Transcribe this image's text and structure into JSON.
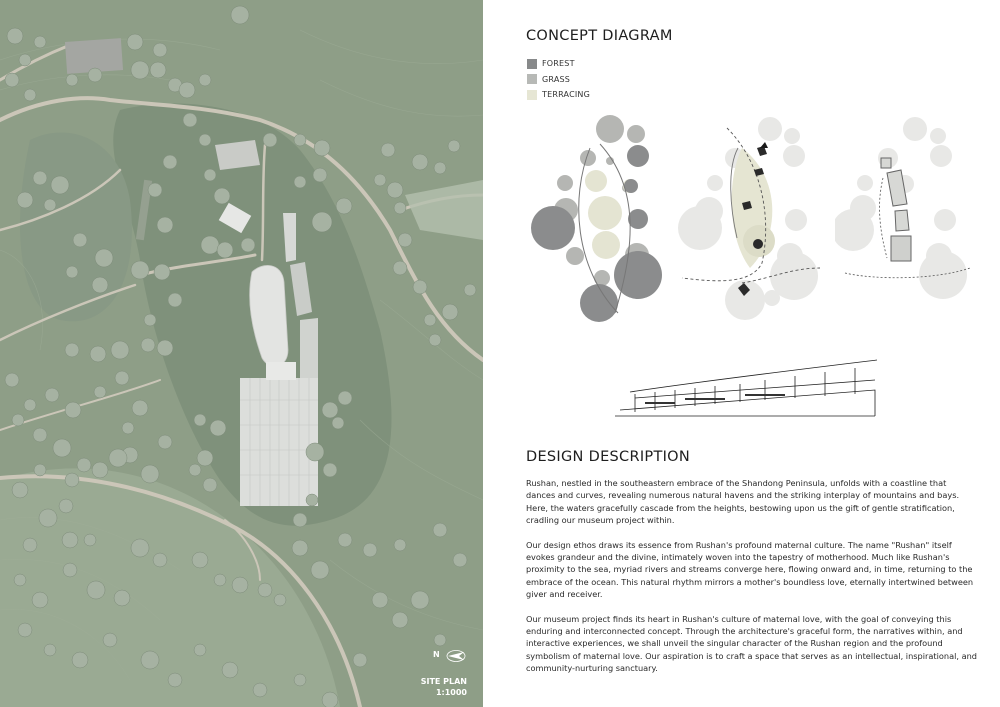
{
  "site_plan": {
    "north_label": "N",
    "title": "SITE PLAN",
    "scale": "1:1000"
  },
  "concept": {
    "title": "CONCEPT DIAGRAM",
    "legend": [
      {
        "label": "FOREST",
        "color": "#87898a"
      },
      {
        "label": "GRASS",
        "color": "#b7b9b6"
      },
      {
        "label": "TERRACING",
        "color": "#e6e6d4"
      }
    ]
  },
  "description": {
    "title": "DESIGN DESCRIPTION",
    "paragraphs": [
      "Rushan, nestled in the southeastern embrace of the Shandong Peninsula, unfolds with a coastline that dances and curves, revealing numerous natural havens and the striking interplay of mountains and bays. Here, the waters gracefully cascade from the heights, bestowing upon us the gift of gentle stratification, cradling our museum project within.",
      "Our design ethos draws its essence from Rushan's profound maternal culture. The name \"Rushan\" itself evokes grandeur and the divine, intimately woven into the tapestry of motherhood. Much like Rushan's proximity to the sea, myriad rivers and streams converge here, flowing onward and, in time, returning to the embrace of the ocean. This natural rhythm mirrors a mother's boundless love, eternally intertwined between giver and receiver.",
      "Our museum project finds its heart in Rushan's culture of maternal love, with the goal of conveying this enduring and interconnected concept. Through the architecture's graceful form, the narratives within, and interactive experiences, we shall unveil the singular character of the Rushan region and the profound symbolism of maternal love. Our aspiration is to craft a space that serves as an intellectual, inspirational, and community-nurturing sanctuary."
    ]
  },
  "colors": {
    "site_ground": "#8d9d86",
    "site_road": "#c9c5b8",
    "tree": "#a7b3a3",
    "forest_dark": "#7c8e78"
  }
}
